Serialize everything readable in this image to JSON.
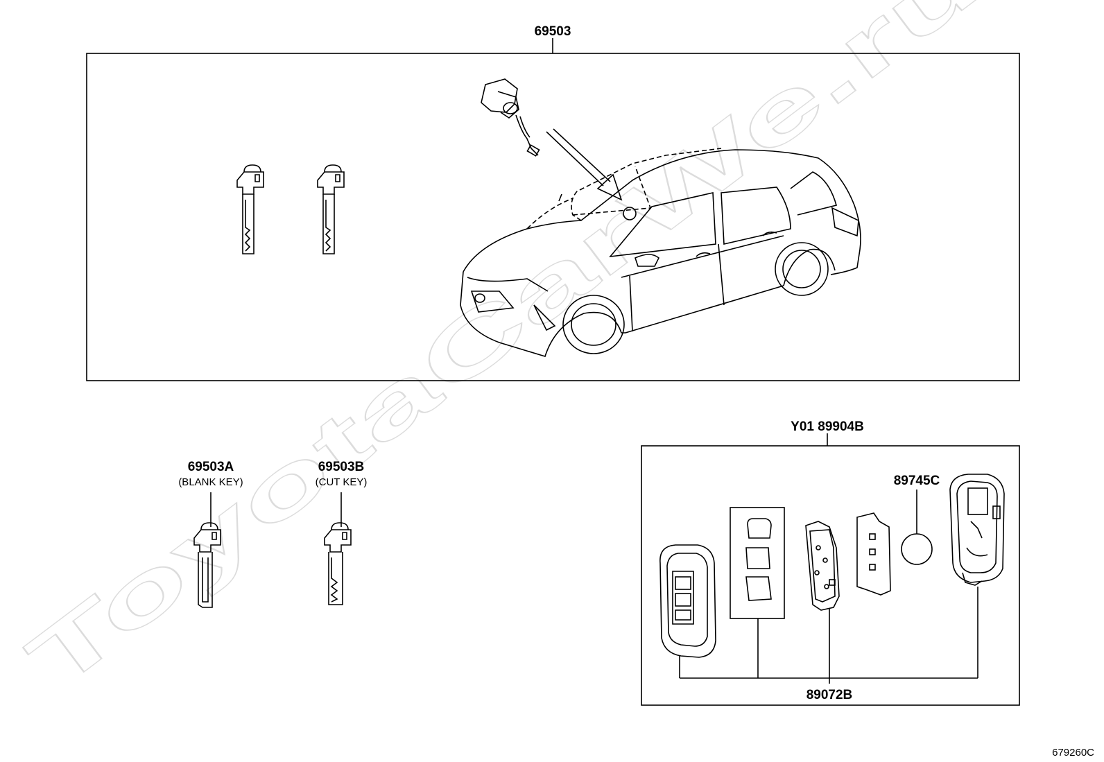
{
  "watermark": "ToyotaCarWe.ru",
  "labels": {
    "assembly": "69503",
    "blank_key_part": "69503A",
    "blank_key_desc": "(BLANK KEY)",
    "cut_key_part": "69503B",
    "cut_key_desc": "(CUT KEY)",
    "transmitter_assy": "Y01 89904B",
    "battery": "89745C",
    "case_parts": "89072B",
    "figure_id": "679260C"
  }
}
